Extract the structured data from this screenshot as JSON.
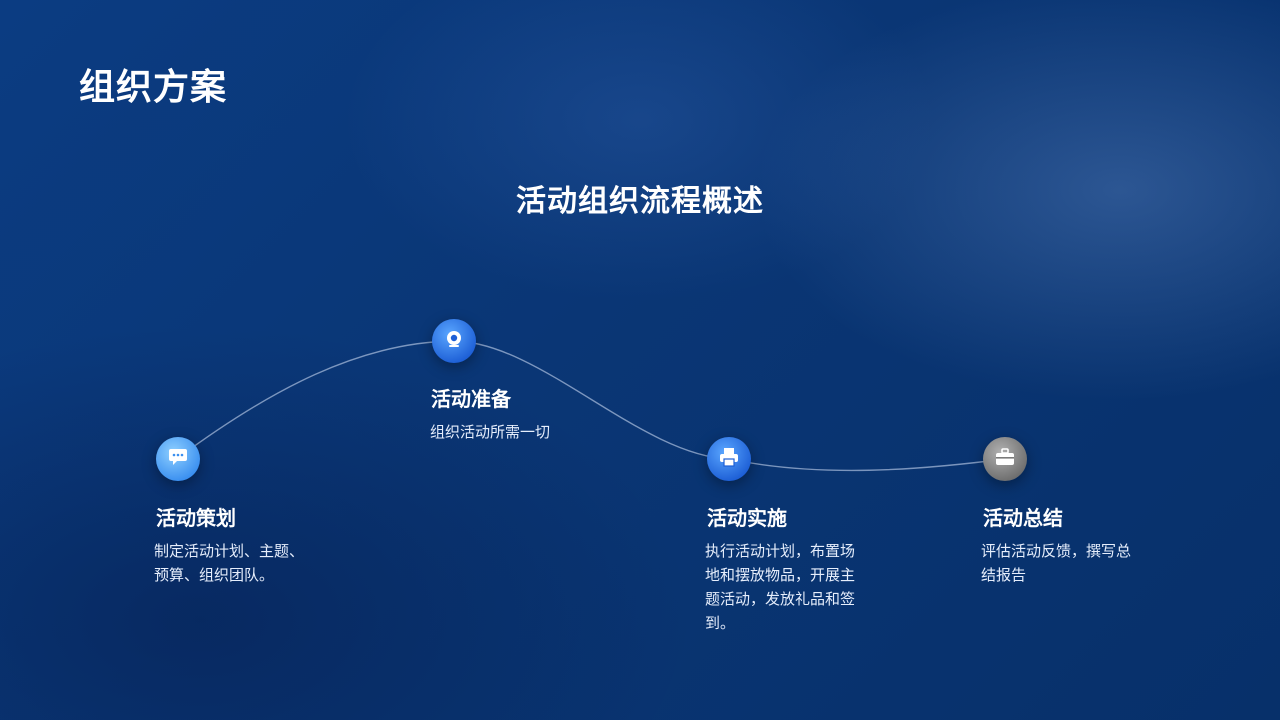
{
  "header": {
    "title": "组织方案"
  },
  "section": {
    "title": "活动组织流程概述"
  },
  "steps": [
    {
      "title": "活动策划",
      "desc": "制定活动计划、主题、预算、组织团队。",
      "icon": "chat-icon",
      "color": "#5aaaf5"
    },
    {
      "title": "活动准备",
      "desc": "组织活动所需一切",
      "icon": "webcam-icon",
      "color": "#2a72e6"
    },
    {
      "title": "活动实施",
      "desc": "执行活动计划，布置场地和摆放物品，开展主题活动，发放礼品和签到。",
      "icon": "printer-icon",
      "color": "#3b86ec"
    },
    {
      "title": "活动总结",
      "desc": "评估活动反馈，撰写总结报告",
      "icon": "briefcase-icon",
      "color": "#8a8a8a"
    }
  ]
}
